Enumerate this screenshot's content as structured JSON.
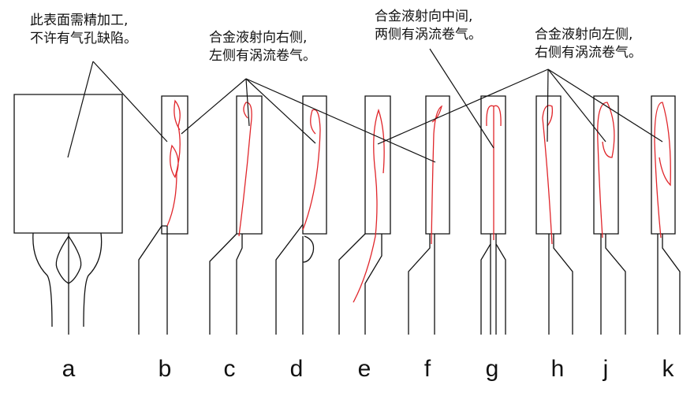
{
  "notes": {
    "surface": [
      "此表面需精加工,",
      "不许有气孔缺陷。"
    ],
    "right": [
      "合金液射向右侧,",
      "左侧有涡流卷气。"
    ],
    "middle": [
      "合金液射向中间,",
      "两侧有涡流卷气。"
    ],
    "left": [
      "合金液射向左侧,",
      "右侧有涡流卷气。"
    ]
  },
  "labels": [
    "a",
    "b",
    "c",
    "d",
    "e",
    "f",
    "g",
    "h",
    "j",
    "k"
  ],
  "colors": {
    "line": "#111111",
    "flow": "#e0262b"
  }
}
